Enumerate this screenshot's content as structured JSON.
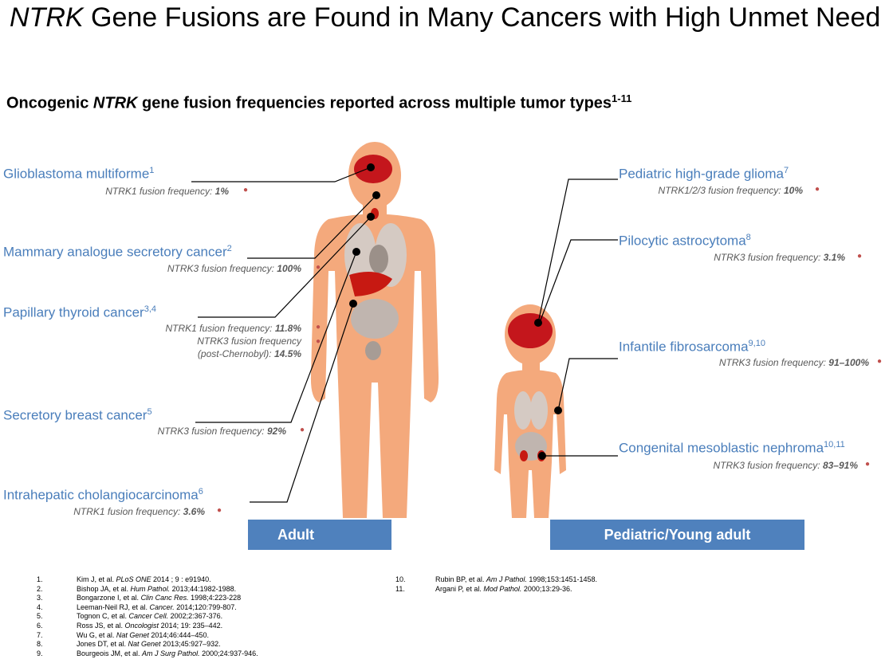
{
  "title": {
    "gene": "NTRK",
    "rest": " Gene Fusions are Found in Many Cancers with High Unmet Need"
  },
  "subtitle": {
    "pre": "Oncogenic ",
    "gene": "NTRK",
    "post": " gene fusion frequencies reported across multiple tumor types",
    "sup": "1-11"
  },
  "adult": [
    {
      "name": "Glioblastoma multiforme",
      "sup": "1",
      "freqs": [
        {
          "label": "NTRK1 fusion frequency: ",
          "value": "1%"
        }
      ]
    },
    {
      "name": "Mammary analogue secretory cancer",
      "sup": "2",
      "freqs": [
        {
          "label": "NTRK3 fusion frequency: ",
          "value": "100%"
        }
      ]
    },
    {
      "name": "Papillary thyroid cancer",
      "sup": "3,4",
      "freqs": [
        {
          "label": "NTRK1 fusion frequency: ",
          "value": "11.8%"
        },
        {
          "label": "NTRK3 fusion frequency",
          "value": ""
        },
        {
          "label": "(post-Chernobyl): ",
          "value": "14.5%"
        }
      ]
    },
    {
      "name": "Secretory breast cancer",
      "sup": "5",
      "freqs": [
        {
          "label": "NTRK3 fusion frequency: ",
          "value": "92%"
        }
      ]
    },
    {
      "name": "Intrahepatic cholangiocarcinoma",
      "sup": "6",
      "freqs": [
        {
          "label": "NTRK1 fusion frequency: ",
          "value": "3.6%"
        }
      ]
    }
  ],
  "pediatric": [
    {
      "name": "Pediatric high-grade glioma",
      "sup": "7",
      "freqs": [
        {
          "label": "NTRK1/2/3 fusion frequency: ",
          "value": "10%"
        }
      ]
    },
    {
      "name": "Pilocytic astrocytoma",
      "sup": "8",
      "freqs": [
        {
          "label": "NTRK3 fusion frequency: ",
          "value": "3.1%"
        }
      ]
    },
    {
      "name": "Infantile fibrosarcoma",
      "sup": "9,10",
      "freqs": [
        {
          "label": "NTRK3 fusion frequency: ",
          "value": "91–100%"
        }
      ]
    },
    {
      "name": "Congenital mesoblastic nephroma",
      "sup": "10,11",
      "freqs": [
        {
          "label": "NTRK3 fusion frequency: ",
          "value": "83–91%"
        }
      ]
    }
  ],
  "banners": {
    "adult": "Adult",
    "pediatric": "Pediatric/Young adult"
  },
  "references": [
    {
      "n": "1.",
      "a": "Kim J, et al. ",
      "j": "PLoS ONE",
      "r": " 2014 ; 9 : e91940."
    },
    {
      "n": "2.",
      "a": "Bishop JA, et al. ",
      "j": "Hum Pathol.",
      "r": " 2013;44:1982-1988."
    },
    {
      "n": "3.",
      "a": "Bongarzone I, et al. ",
      "j": "Clin Canc Res.",
      "r": " 1998;4:223-228"
    },
    {
      "n": "4.",
      "a": "Leeman-Neil RJ, et al. ",
      "j": "Cancer.",
      "r": " 2014;120:799-807."
    },
    {
      "n": "5.",
      "a": "Tognon C, et al. ",
      "j": "Cancer Cell.",
      "r": " 2002;2:367-376."
    },
    {
      "n": "6.",
      "a": "Ross JS, et al. ",
      "j": "Oncologist",
      "r": " 2014; 19: 235–442."
    },
    {
      "n": "7.",
      "a": "Wu G, et al. ",
      "j": "Nat Genet",
      "r": " 2014;46:444–450."
    },
    {
      "n": "8.",
      "a": "Jones DT, et al. ",
      "j": "Nat Genet",
      "r": " 2013;45:927–932."
    },
    {
      "n": "9.",
      "a": "Bourgeois JM, et al. ",
      "j": "Am J Surg Pathol.",
      "r": " 2000;24:937-946."
    },
    {
      "n": "10.",
      "a": "Rubin BP, et al. ",
      "j": "Am J Pathol.",
      "r": " 1998;153:1451-1458."
    },
    {
      "n": "11.",
      "a": "Argani P, et al. ",
      "j": "Mod Pathol.",
      "r": " 2000;13:29-36."
    }
  ],
  "colors": {
    "label": "#4a7ebb",
    "banner": "#4f81bd",
    "skin": "#f4a97c",
    "brain": "#c4161c"
  }
}
